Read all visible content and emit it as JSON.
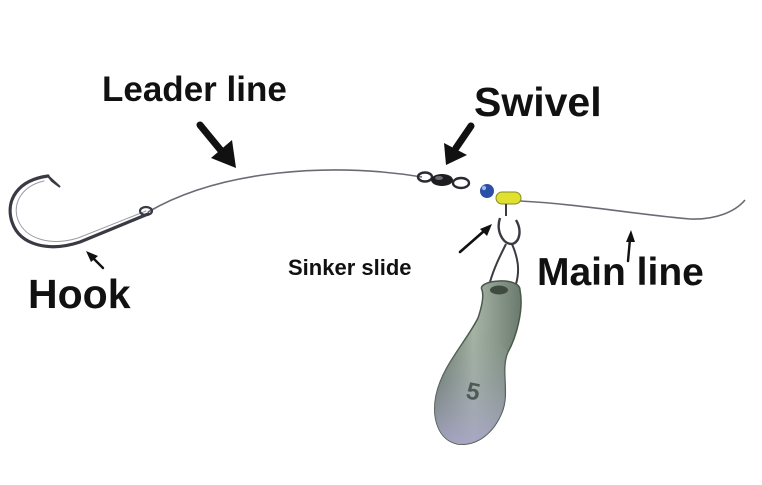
{
  "labels": {
    "leader_line": "Leader line",
    "swivel": "Swivel",
    "hook": "Hook",
    "sinker_slide": "Sinker slide",
    "main_line": "Main line"
  },
  "sinker": {
    "weight_number": "5"
  },
  "colors": {
    "text": "#111111",
    "line": "#6b6b74",
    "hook": "#3a3a44",
    "sinker_body": "#7f8f80",
    "bead_blue": "#2b4fa6",
    "sleeve_yellow": "#e0e030"
  }
}
